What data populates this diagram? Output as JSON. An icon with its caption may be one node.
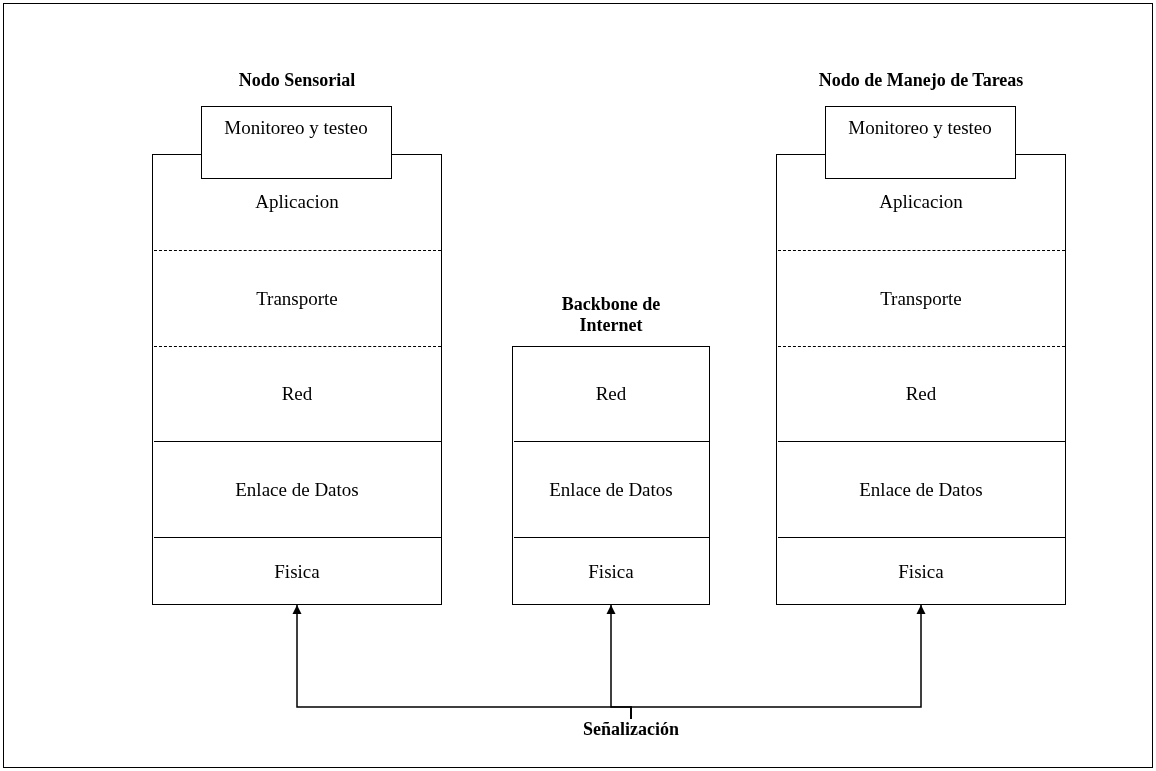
{
  "diagram": {
    "nodes": [
      {
        "text": [
          "Nodo Sensorial"
        ]
      },
      {
        "text": [
          "Monitoreo y testeo"
        ],
        "in": 0
      },
      {
        "text": [
          "Aplicacion"
        ],
        "in": 0
      },
      {
        "text": [
          "Transporte"
        ],
        "in": 0
      },
      {
        "text": [
          "Red"
        ],
        "in": 0
      },
      {
        "text": [
          "Enlace de Datos"
        ],
        "in": 0
      },
      {
        "text": [
          "Fisica"
        ],
        "in": 0
      },
      {
        "text": [
          "Backbone de Internet"
        ]
      },
      {
        "text": [
          "Red"
        ],
        "in": 7
      },
      {
        "text": [
          "Enlace de Datos"
        ],
        "in": 7
      },
      {
        "text": [
          "Fisica"
        ],
        "in": 7
      },
      {
        "text": [
          "Nodo de Manejo de Tareas"
        ]
      },
      {
        "text": [
          "Monitoreo y testeo"
        ],
        "in": 11
      },
      {
        "text": [
          "Aplicacion"
        ],
        "in": 11
      },
      {
        "text": [
          "Transporte"
        ],
        "in": 11
      },
      {
        "text": [
          "Red"
        ],
        "in": 11
      },
      {
        "text": [
          "Enlace de Datos"
        ],
        "in": 11
      },
      {
        "text": [
          "Fisica"
        ],
        "in": 11
      },
      {
        "text": [
          "Señalización"
        ]
      }
    ],
    "edges": [
      {
        "from": 18,
        "to": 0,
        "arrow": "to"
      },
      {
        "from": 18,
        "to": 7,
        "arrow": "to"
      },
      {
        "from": 18,
        "to": 11,
        "arrow": "to"
      }
    ]
  }
}
